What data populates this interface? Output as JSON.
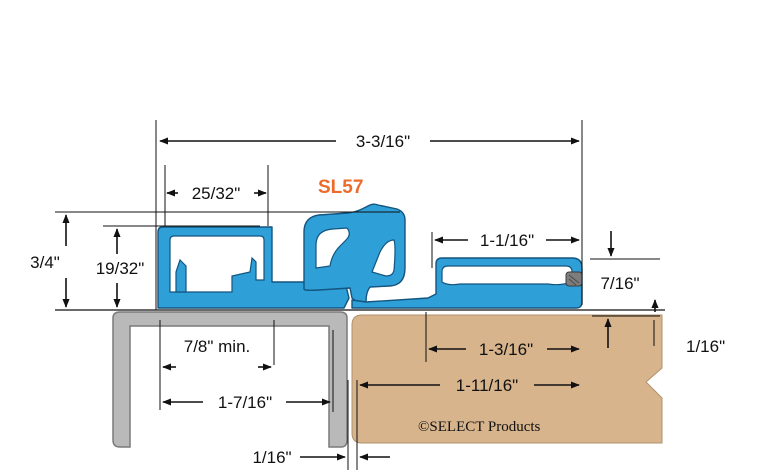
{
  "product": {
    "model": "SL57",
    "copyright": "©SELECT Products"
  },
  "dimensions": {
    "overall_width": "3-3/16\"",
    "channel_width": "25/32\"",
    "overall_height": "3/4\"",
    "channel_height": "19/32\"",
    "right_leaf_width": "1-1/16\"",
    "right_leaf_height": "7/16\"",
    "frame_rabbet_min": "7/8\" min.",
    "frame_offset": "1-7/16\"",
    "door_inset": "1-3/16\"",
    "door_overlap": "1-11/16\"",
    "door_reveal": "1/16\"",
    "gap_bottom": "1/16\""
  },
  "colors": {
    "hinge": "#2f9fd8",
    "hinge_outline": "#13557f",
    "frame": "#b9b9b9",
    "frame_outline": "#7a7a7a",
    "door": "#d7b48c",
    "model_label": "#ec6b2c"
  }
}
